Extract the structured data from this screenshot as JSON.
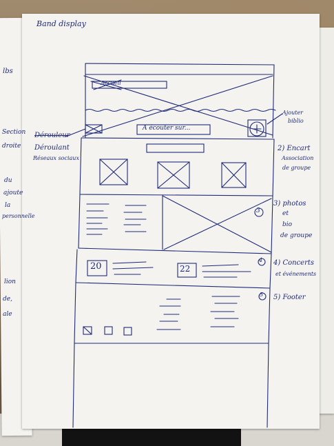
{
  "sheet_title": "Band display",
  "header_links": "Accueil",
  "header_center": "A écouter sur...",
  "left_annotation_struck": "Dérouleur",
  "left_annotation": "Déroulant",
  "left_annotation_sub": "Réseaux sociaux",
  "right_annotations": {
    "add_label": "Ajouter",
    "add_label_2": "biblio",
    "section2": "2) Encart",
    "section2_b": "Association",
    "section2_c": "de groupe",
    "section3": "3) photos",
    "section3_b": "et",
    "section3_c": "bio",
    "section3_d": "de groupe",
    "section4": "4) Concerts",
    "section4_b": "et événements",
    "section5": "5) Footer"
  },
  "section_numbers": [
    "3",
    "4",
    "5"
  ],
  "concert_dates": [
    "20",
    "22"
  ],
  "left_sheet_fragments": [
    "lbs",
    "Section",
    "droite",
    "du",
    "ajoute",
    "la",
    "personnelle",
    "lion",
    "de,",
    "ale"
  ],
  "colors": {
    "ink": "#1e2a78",
    "paper": "#f4f3ef"
  }
}
